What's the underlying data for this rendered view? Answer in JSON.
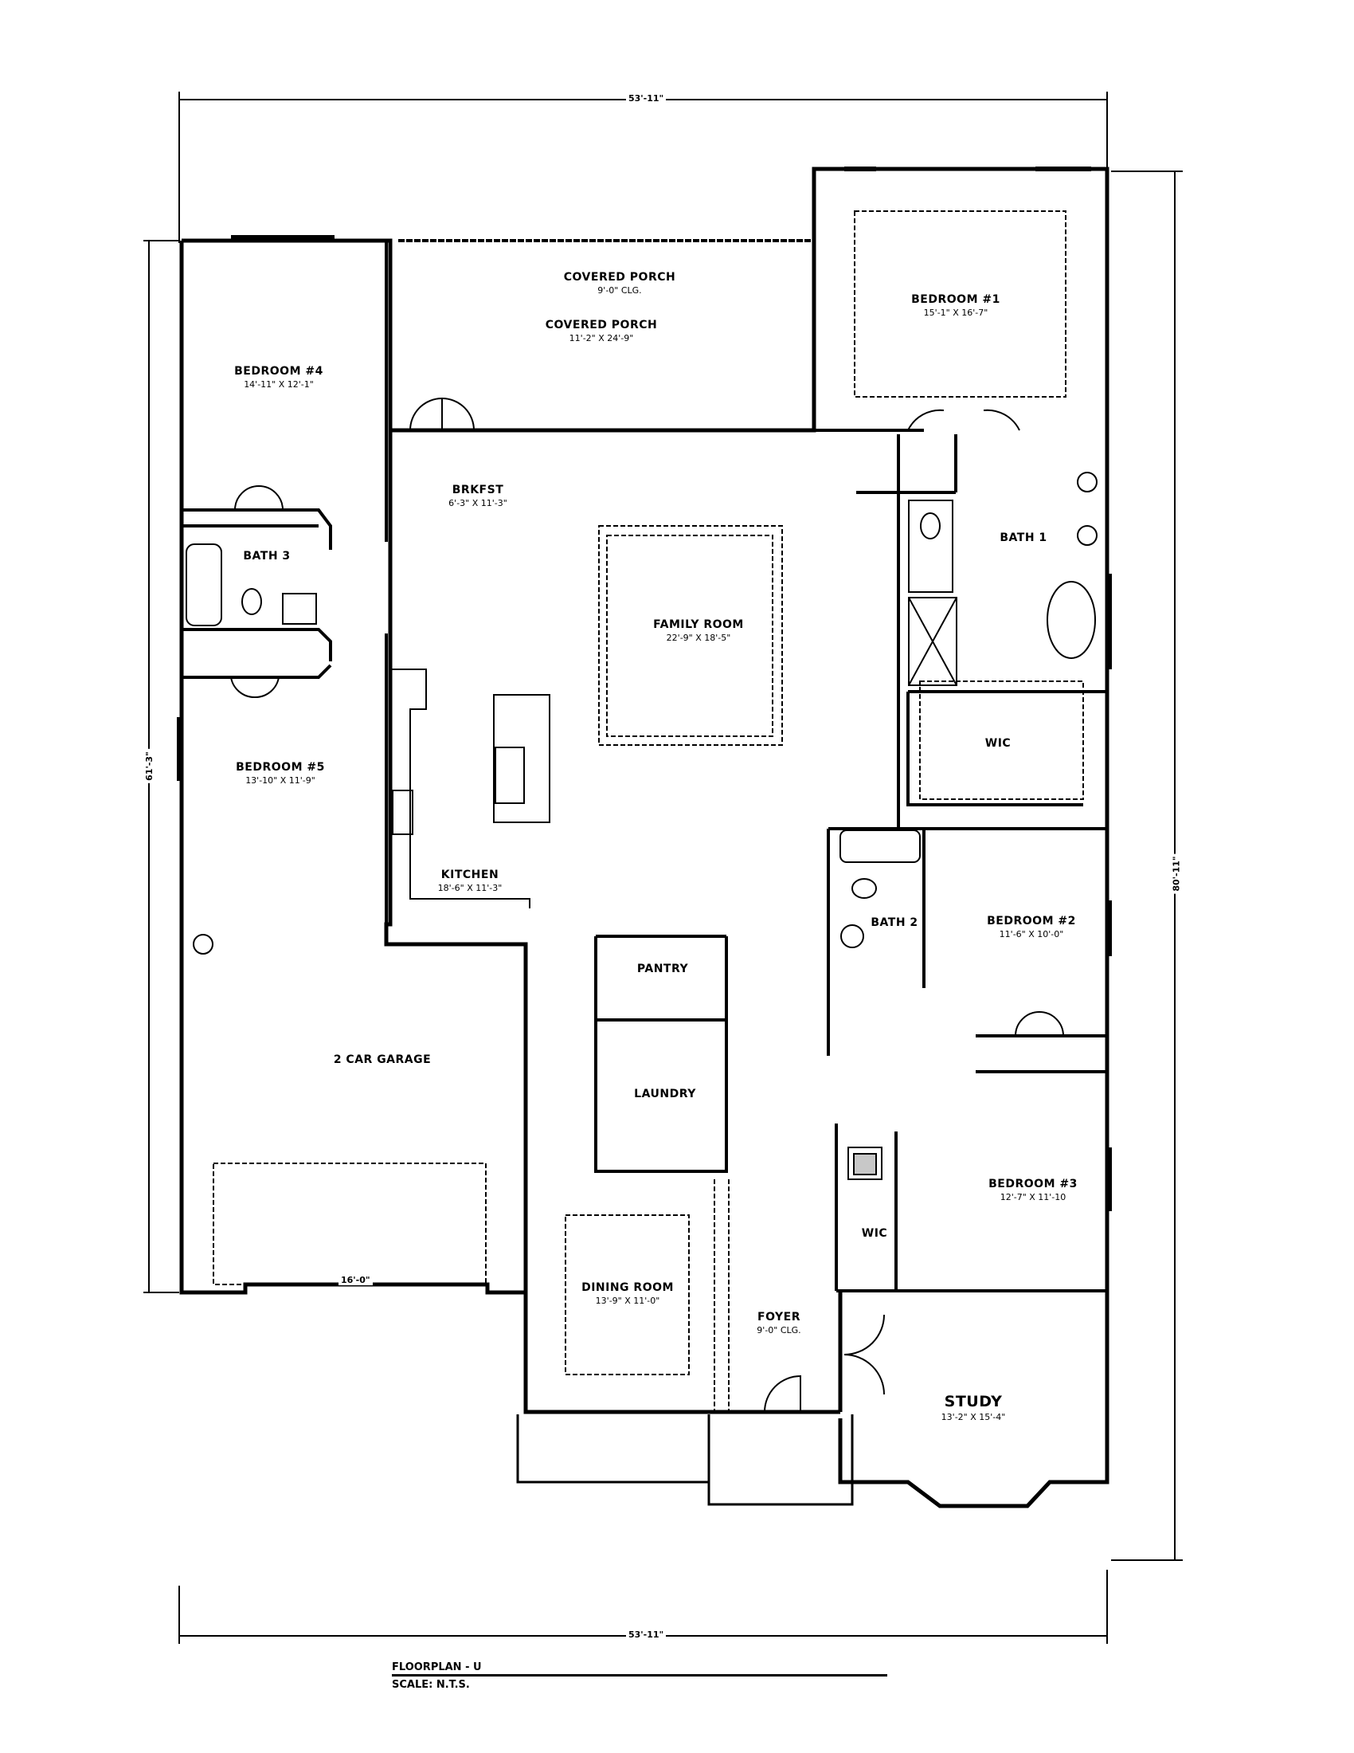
{
  "plan": {
    "title": "FLOORPLAN - U",
    "scale": "SCALE: N.T.S."
  },
  "dimensions": {
    "top": "53'-11\"",
    "bottom": "53'-11\"",
    "left": "61'-3\"",
    "right": "80'-11\"",
    "garage_door": "16'-0\""
  },
  "rooms": {
    "covered_porch_ceiling": {
      "name": "COVERED PORCH",
      "size": "9'-0\" CLG."
    },
    "covered_porch": {
      "name": "COVERED PORCH",
      "size": "11'-2\" X 24'-9\""
    },
    "bedroom1": {
      "name": "BEDROOM #1",
      "size": "15'-1\" X 16'-7\""
    },
    "bedroom4": {
      "name": "BEDROOM #4",
      "size": "14'-11\" X 12'-1\""
    },
    "brkfst": {
      "name": "BRKFST",
      "size": "6'-3\" X 11'-3\""
    },
    "bath3": {
      "name": "BATH 3"
    },
    "bath1": {
      "name": "BATH 1"
    },
    "family_room": {
      "name": "FAMILY ROOM",
      "size": "22'-9\" X 18'-5\""
    },
    "wic1": {
      "name": "WIC"
    },
    "bedroom5": {
      "name": "BEDROOM #5",
      "size": "13'-10\" X 11'-9\""
    },
    "kitchen": {
      "name": "KITCHEN",
      "size": "18'-6\" X 11'-3\""
    },
    "bath2": {
      "name": "BATH 2"
    },
    "bedroom2": {
      "name": "BEDROOM #2",
      "size": "11'-6\" X 10'-0\""
    },
    "pantry": {
      "name": "PANTRY"
    },
    "garage": {
      "name": "2 CAR GARAGE"
    },
    "laundry": {
      "name": "LAUNDRY"
    },
    "bedroom3": {
      "name": "BEDROOM #3",
      "size": "12'-7\" X 11'-10"
    },
    "wic3": {
      "name": "WIC"
    },
    "dining": {
      "name": "DINING ROOM",
      "size": "13'-9\" X 11'-0\""
    },
    "foyer": {
      "name": "FOYER",
      "size": "9'-0\" CLG."
    },
    "study": {
      "name": "STUDY",
      "size": "13'-2\" X 15'-4\""
    }
  },
  "colors": {
    "line": "#000000",
    "background": "#ffffff",
    "fill": "#c8c8c8"
  }
}
